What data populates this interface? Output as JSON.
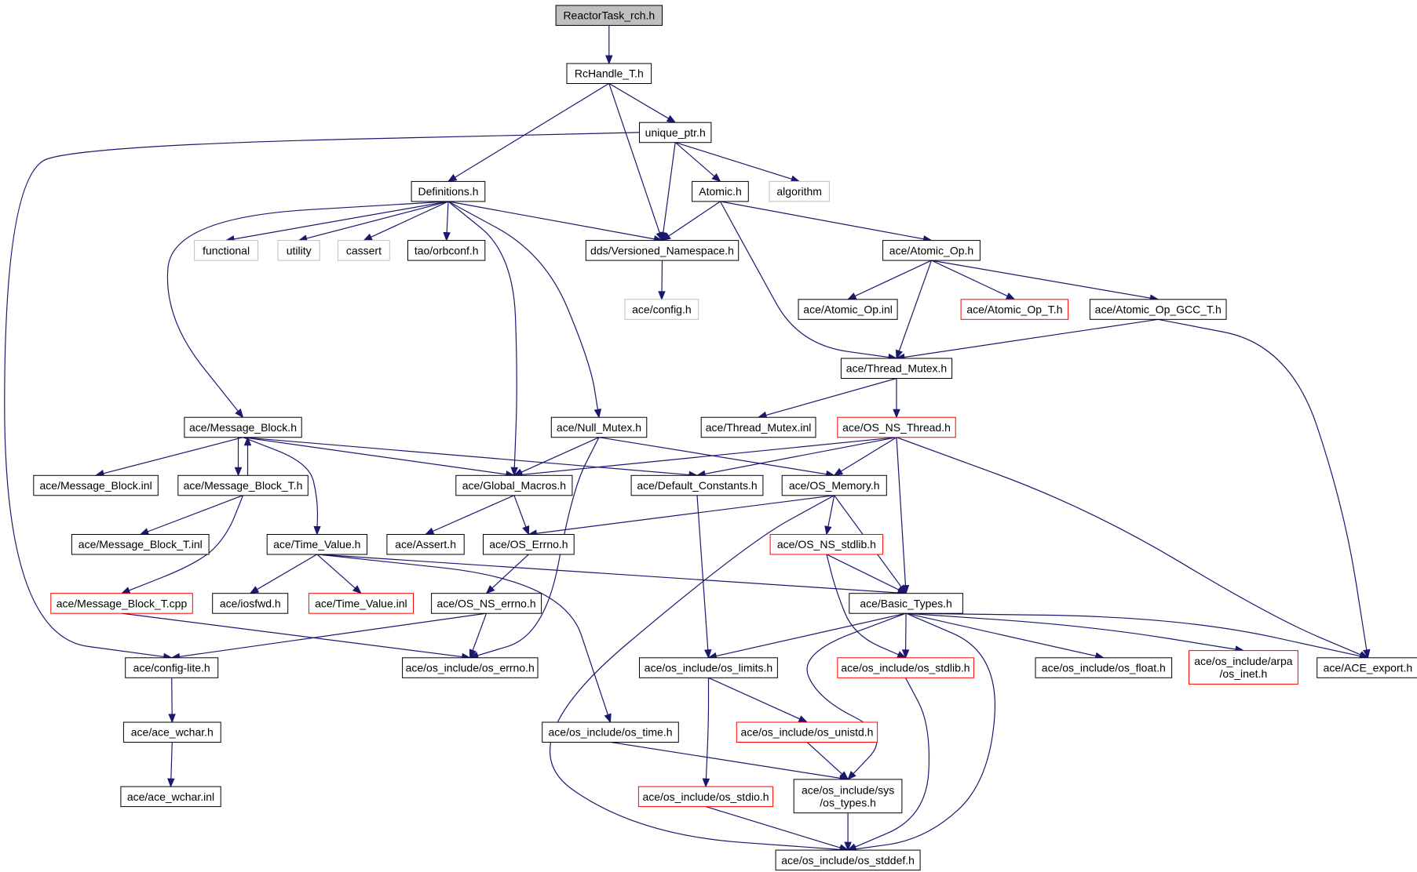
{
  "colors": {
    "edge": "#191970",
    "normal_border": "#000000",
    "missing_border": "#bfbfbf",
    "incomplete_border": "#ff0000",
    "root_fill": "#bfbfbf",
    "fill": "#ffffff"
  },
  "nodes": [
    {
      "id": "reactortask",
      "label": [
        "ReactorTask_rch.h"
      ],
      "kind": "root"
    },
    {
      "id": "rchandle",
      "label": [
        "RcHandle_T.h"
      ],
      "kind": "normal"
    },
    {
      "id": "unique_ptr",
      "label": [
        "unique_ptr.h"
      ],
      "kind": "normal"
    },
    {
      "id": "definitions",
      "label": [
        "Definitions.h"
      ],
      "kind": "normal"
    },
    {
      "id": "atomic",
      "label": [
        "Atomic.h"
      ],
      "kind": "normal"
    },
    {
      "id": "algorithm",
      "label": [
        "algorithm"
      ],
      "kind": "missing"
    },
    {
      "id": "functional",
      "label": [
        "functional"
      ],
      "kind": "missing"
    },
    {
      "id": "utility",
      "label": [
        "utility"
      ],
      "kind": "missing"
    },
    {
      "id": "cassert",
      "label": [
        "cassert"
      ],
      "kind": "missing"
    },
    {
      "id": "orbconf",
      "label": [
        "tao/orbconf.h"
      ],
      "kind": "normal"
    },
    {
      "id": "versioned_ns",
      "label": [
        "dds/Versioned_Namespace.h"
      ],
      "kind": "normal"
    },
    {
      "id": "atomic_op",
      "label": [
        "ace/Atomic_Op.h"
      ],
      "kind": "normal"
    },
    {
      "id": "config_h",
      "label": [
        "ace/config.h"
      ],
      "kind": "missing"
    },
    {
      "id": "atomic_op_inl",
      "label": [
        "ace/Atomic_Op.inl"
      ],
      "kind": "normal"
    },
    {
      "id": "atomic_op_t",
      "label": [
        "ace/Atomic_Op_T.h"
      ],
      "kind": "incomplete"
    },
    {
      "id": "atomic_op_gcc",
      "label": [
        "ace/Atomic_Op_GCC_T.h"
      ],
      "kind": "normal"
    },
    {
      "id": "thread_mutex",
      "label": [
        "ace/Thread_Mutex.h"
      ],
      "kind": "normal"
    },
    {
      "id": "message_block",
      "label": [
        "ace/Message_Block.h"
      ],
      "kind": "normal"
    },
    {
      "id": "null_mutex",
      "label": [
        "ace/Null_Mutex.h"
      ],
      "kind": "normal"
    },
    {
      "id": "thread_mutex_inl",
      "label": [
        "ace/Thread_Mutex.inl"
      ],
      "kind": "normal"
    },
    {
      "id": "os_ns_thread",
      "label": [
        "ace/OS_NS_Thread.h"
      ],
      "kind": "incomplete"
    },
    {
      "id": "message_block_inl",
      "label": [
        "ace/Message_Block.inl"
      ],
      "kind": "normal"
    },
    {
      "id": "message_block_t",
      "label": [
        "ace/Message_Block_T.h"
      ],
      "kind": "normal"
    },
    {
      "id": "global_macros",
      "label": [
        "ace/Global_Macros.h"
      ],
      "kind": "normal"
    },
    {
      "id": "default_constants",
      "label": [
        "ace/Default_Constants.h"
      ],
      "kind": "normal"
    },
    {
      "id": "os_memory",
      "label": [
        "ace/OS_Memory.h"
      ],
      "kind": "normal"
    },
    {
      "id": "message_block_t_inl",
      "label": [
        "ace/Message_Block_T.inl"
      ],
      "kind": "normal"
    },
    {
      "id": "time_value",
      "label": [
        "ace/Time_Value.h"
      ],
      "kind": "normal"
    },
    {
      "id": "assert_h",
      "label": [
        "ace/Assert.h"
      ],
      "kind": "normal"
    },
    {
      "id": "os_errno",
      "label": [
        "ace/OS_Errno.h"
      ],
      "kind": "normal"
    },
    {
      "id": "os_ns_stdlib",
      "label": [
        "ace/OS_NS_stdlib.h"
      ],
      "kind": "incomplete"
    },
    {
      "id": "message_block_t_cpp",
      "label": [
        "ace/Message_Block_T.cpp"
      ],
      "kind": "incomplete"
    },
    {
      "id": "iosfwd",
      "label": [
        "ace/iosfwd.h"
      ],
      "kind": "normal"
    },
    {
      "id": "time_value_inl",
      "label": [
        "ace/Time_Value.inl"
      ],
      "kind": "incomplete"
    },
    {
      "id": "os_ns_errno",
      "label": [
        "ace/OS_NS_errno.h"
      ],
      "kind": "normal"
    },
    {
      "id": "basic_types",
      "label": [
        "ace/Basic_Types.h"
      ],
      "kind": "normal"
    },
    {
      "id": "config_lite",
      "label": [
        "ace/config-lite.h"
      ],
      "kind": "normal"
    },
    {
      "id": "os_include_errno",
      "label": [
        "ace/os_include/os_errno.h"
      ],
      "kind": "normal"
    },
    {
      "id": "os_limits",
      "label": [
        "ace/os_include/os_limits.h"
      ],
      "kind": "normal"
    },
    {
      "id": "os_stdlib",
      "label": [
        "ace/os_include/os_stdlib.h"
      ],
      "kind": "incomplete"
    },
    {
      "id": "os_float",
      "label": [
        "ace/os_include/os_float.h"
      ],
      "kind": "normal"
    },
    {
      "id": "os_inet",
      "label": [
        "ace/os_include/arpa",
        "/os_inet.h"
      ],
      "kind": "incomplete"
    },
    {
      "id": "ace_export",
      "label": [
        "ace/ACE_export.h"
      ],
      "kind": "normal"
    },
    {
      "id": "ace_wchar",
      "label": [
        "ace/ace_wchar.h"
      ],
      "kind": "normal"
    },
    {
      "id": "os_time",
      "label": [
        "ace/os_include/os_time.h"
      ],
      "kind": "normal"
    },
    {
      "id": "os_unistd",
      "label": [
        "ace/os_include/os_unistd.h"
      ],
      "kind": "incomplete"
    },
    {
      "id": "os_stdio",
      "label": [
        "ace/os_include/os_stdio.h"
      ],
      "kind": "incomplete"
    },
    {
      "id": "sys_types",
      "label": [
        "ace/os_include/sys",
        "/os_types.h"
      ],
      "kind": "normal"
    },
    {
      "id": "ace_wchar_inl",
      "label": [
        "ace/ace_wchar.inl"
      ],
      "kind": "normal"
    },
    {
      "id": "os_stddef",
      "label": [
        "ace/os_include/os_stddef.h"
      ],
      "kind": "normal"
    }
  ],
  "edges": [
    [
      "reactortask",
      "rchandle"
    ],
    [
      "rchandle",
      "unique_ptr"
    ],
    [
      "rchandle",
      "definitions"
    ],
    [
      "rchandle",
      "versioned_ns"
    ],
    [
      "unique_ptr",
      "atomic"
    ],
    [
      "unique_ptr",
      "algorithm"
    ],
    [
      "unique_ptr",
      "versioned_ns"
    ],
    [
      "unique_ptr",
      "config_lite"
    ],
    [
      "definitions",
      "functional"
    ],
    [
      "definitions",
      "utility"
    ],
    [
      "definitions",
      "cassert"
    ],
    [
      "definitions",
      "orbconf"
    ],
    [
      "definitions",
      "versioned_ns"
    ],
    [
      "definitions",
      "message_block"
    ],
    [
      "definitions",
      "global_macros"
    ],
    [
      "definitions",
      "null_mutex"
    ],
    [
      "atomic",
      "versioned_ns"
    ],
    [
      "atomic",
      "atomic_op"
    ],
    [
      "atomic",
      "thread_mutex"
    ],
    [
      "versioned_ns",
      "config_h"
    ],
    [
      "atomic_op",
      "atomic_op_inl"
    ],
    [
      "atomic_op",
      "atomic_op_t"
    ],
    [
      "atomic_op",
      "atomic_op_gcc"
    ],
    [
      "atomic_op",
      "thread_mutex"
    ],
    [
      "atomic_op_gcc",
      "thread_mutex"
    ],
    [
      "atomic_op_gcc",
      "ace_export"
    ],
    [
      "thread_mutex",
      "thread_mutex_inl"
    ],
    [
      "thread_mutex",
      "os_ns_thread"
    ],
    [
      "message_block",
      "message_block_inl"
    ],
    [
      "message_block",
      "message_block_t"
    ],
    [
      "message_block",
      "global_macros"
    ],
    [
      "message_block",
      "default_constants"
    ],
    [
      "message_block",
      "time_value"
    ],
    [
      "message_block_t",
      "message_block"
    ],
    [
      "message_block_t",
      "message_block_t_inl"
    ],
    [
      "message_block_t",
      "message_block_t_cpp"
    ],
    [
      "null_mutex",
      "global_macros"
    ],
    [
      "null_mutex",
      "os_memory"
    ],
    [
      "null_mutex",
      "os_include_errno"
    ],
    [
      "os_ns_thread",
      "global_macros"
    ],
    [
      "os_ns_thread",
      "default_constants"
    ],
    [
      "os_ns_thread",
      "os_memory"
    ],
    [
      "os_ns_thread",
      "basic_types"
    ],
    [
      "os_ns_thread",
      "ace_export"
    ],
    [
      "global_macros",
      "assert_h"
    ],
    [
      "global_macros",
      "os_errno"
    ],
    [
      "default_constants",
      "os_limits"
    ],
    [
      "os_memory",
      "os_errno"
    ],
    [
      "os_memory",
      "os_ns_stdlib"
    ],
    [
      "os_memory",
      "basic_types"
    ],
    [
      "os_memory",
      "os_stddef"
    ],
    [
      "time_value",
      "iosfwd"
    ],
    [
      "time_value",
      "time_value_inl"
    ],
    [
      "time_value",
      "basic_types"
    ],
    [
      "time_value",
      "os_time"
    ],
    [
      "os_errno",
      "os_ns_errno"
    ],
    [
      "os_ns_stdlib",
      "basic_types"
    ],
    [
      "os_ns_stdlib",
      "os_stdlib"
    ],
    [
      "message_block_t_cpp",
      "os_include_errno"
    ],
    [
      "os_ns_errno",
      "config_lite"
    ],
    [
      "os_ns_errno",
      "os_include_errno"
    ],
    [
      "basic_types",
      "os_limits"
    ],
    [
      "basic_types",
      "os_stdlib"
    ],
    [
      "basic_types",
      "os_float"
    ],
    [
      "basic_types",
      "os_inet"
    ],
    [
      "basic_types",
      "ace_export"
    ],
    [
      "basic_types",
      "sys_types"
    ],
    [
      "basic_types",
      "os_stddef"
    ],
    [
      "config_lite",
      "ace_wchar"
    ],
    [
      "ace_wchar",
      "ace_wchar_inl"
    ],
    [
      "os_limits",
      "os_unistd"
    ],
    [
      "os_limits",
      "os_stdio"
    ],
    [
      "os_unistd",
      "sys_types"
    ],
    [
      "os_time",
      "sys_types"
    ],
    [
      "os_stdio",
      "os_stddef"
    ],
    [
      "sys_types",
      "os_stddef"
    ],
    [
      "os_stdlib",
      "os_stddef"
    ]
  ]
}
